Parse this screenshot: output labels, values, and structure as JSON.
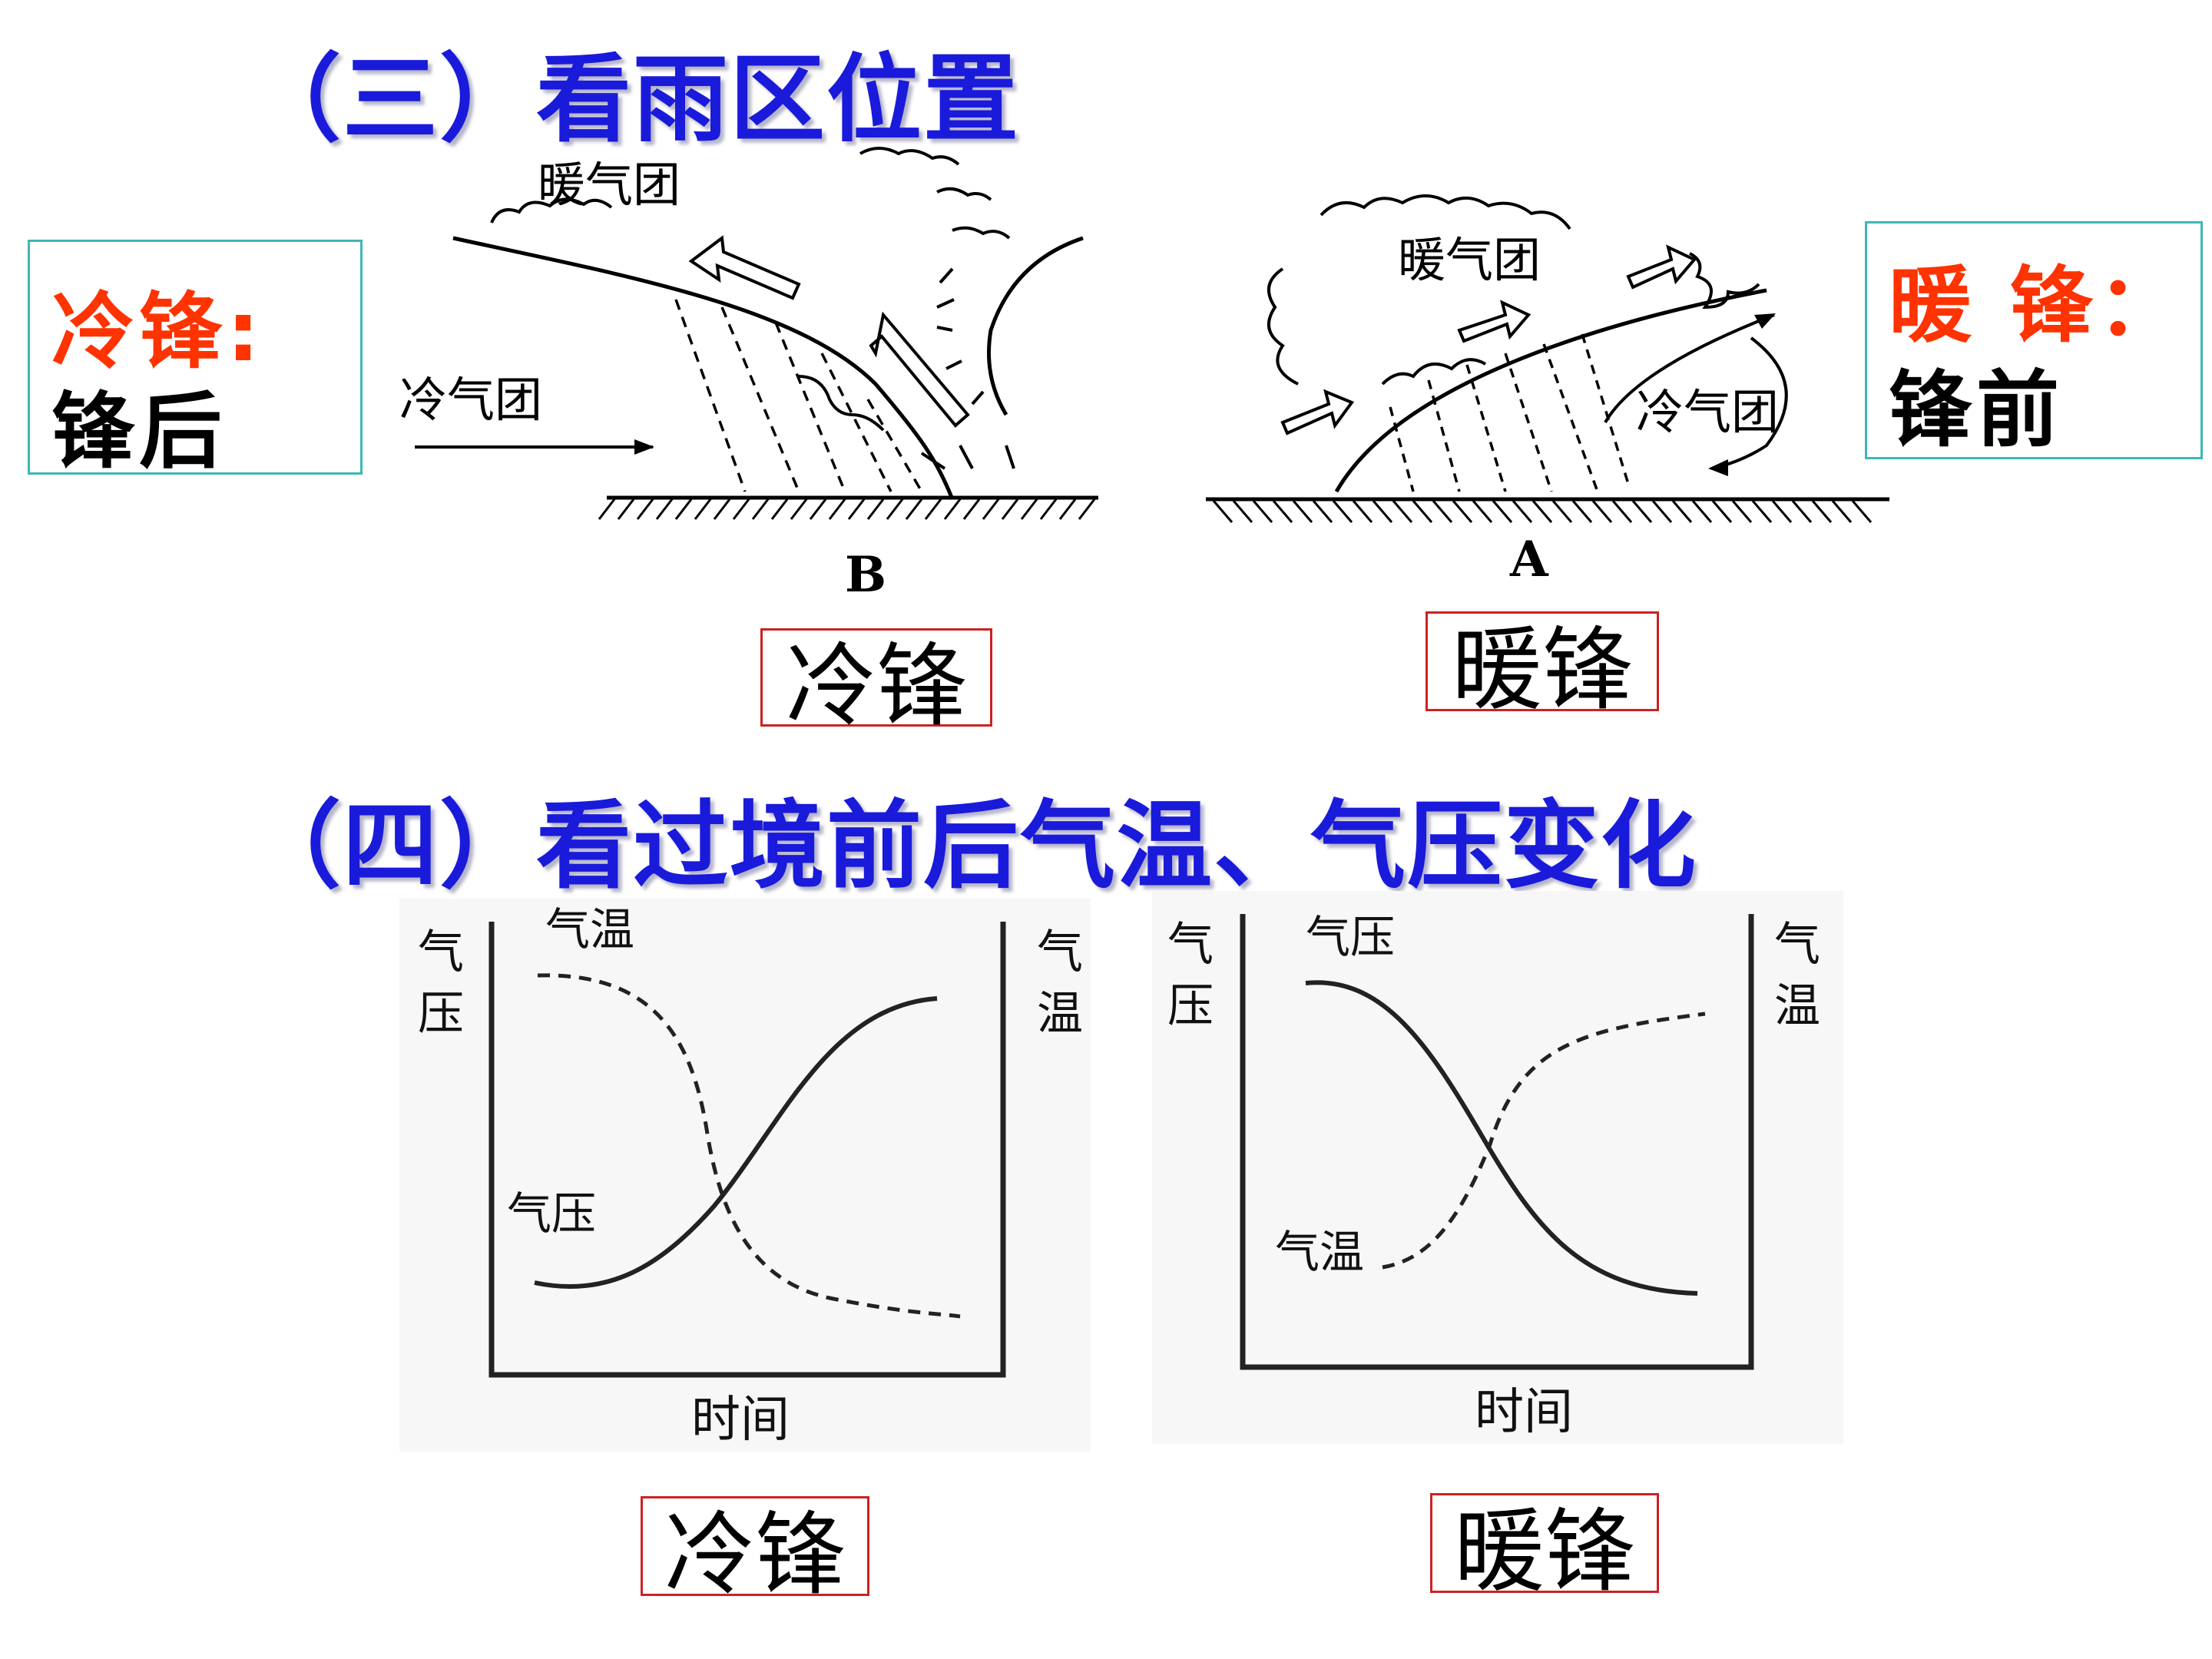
{
  "section3": {
    "title": "（三）看雨区位置"
  },
  "section4": {
    "title": "（四）看过境前后气温、气压变化"
  },
  "cold_note": {
    "front": "冷锋:",
    "rain": "锋后"
  },
  "warm_note": {
    "front": "暖 锋：",
    "rain": "锋前"
  },
  "cold_front_diagram": {
    "warm_air_label": "暖气团",
    "cold_air_label": "冷气团",
    "point_label": "B",
    "caption": "冷锋"
  },
  "warm_front_diagram": {
    "warm_air_label": "暖气团",
    "cold_air_label": "冷气团",
    "point_label": "A",
    "caption": "暖锋"
  },
  "cold_front_chart": {
    "y_left_label": [
      "气",
      "压"
    ],
    "y_right_label": [
      "气",
      "温"
    ],
    "x_label": "时间",
    "temp_label": "气温",
    "pressure_label": "气压",
    "caption": "冷锋"
  },
  "warm_front_chart": {
    "y_left_label": [
      "气",
      "压"
    ],
    "y_right_label": [
      "气",
      "温"
    ],
    "x_label": "时间",
    "temp_label": "气温",
    "pressure_label": "气压",
    "caption": "暖锋"
  },
  "colors": {
    "title": "#1a1adb",
    "note_red": "#ff3300",
    "note_border": "#3fb6b6",
    "caption_border": "#cc2222"
  }
}
